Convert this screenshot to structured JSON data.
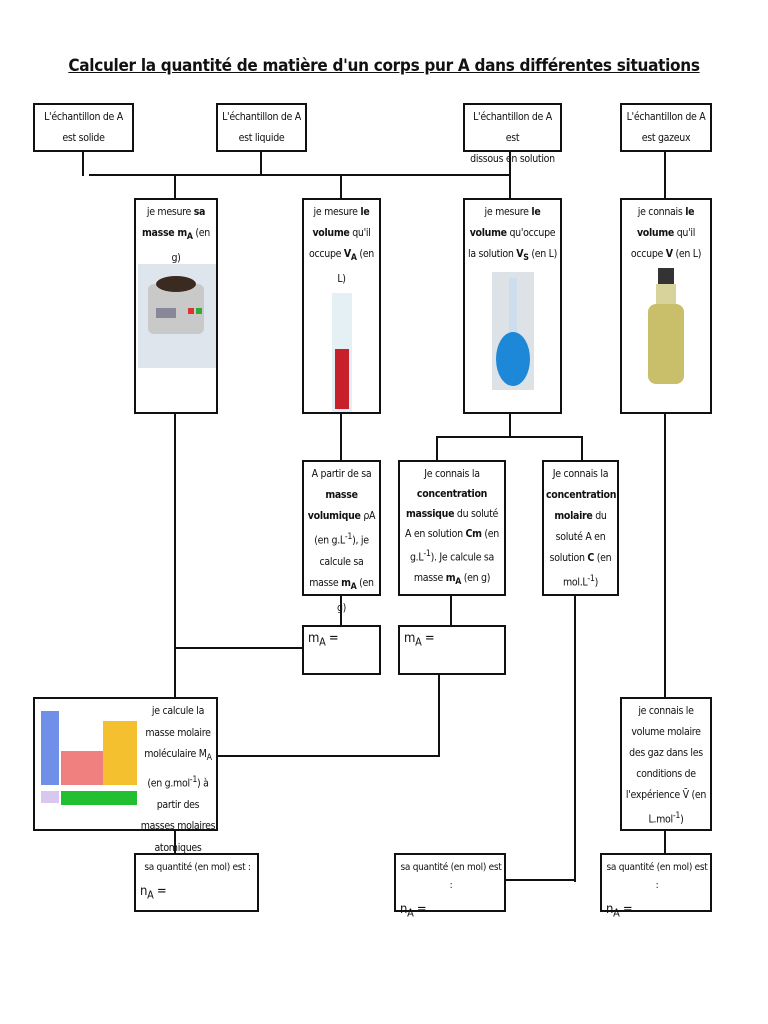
{
  "title": "Calculer la quantité de matière d'un corps pur A dans différentes situations",
  "top": [
    {
      "l1": "L'échantillon de A",
      "l2": "est solide"
    },
    {
      "l1": "L'échantillon de A",
      "l2": "est liquide"
    },
    {
      "l1": "L'échantillon de A est",
      "l2": "dissous en solution"
    },
    {
      "l1": "L'échantillon de A",
      "l2": "est gazeux"
    }
  ],
  "measure": {
    "solid": {
      "a": "je mesure ",
      "b": "sa masse m",
      "sub": "A",
      "c": " (en g)"
    },
    "liquid": {
      "a": "je mesure ",
      "b": "le volume",
      "c": " qu'il occupe ",
      "d": "V",
      "sub": "A",
      "e": " (en L)"
    },
    "solution": {
      "a": "je mesure ",
      "b": "le volume",
      "c": " qu'occupe la solution ",
      "d": "V",
      "sub": "S",
      "e": " (en L)"
    },
    "gas": {
      "a": "je connais ",
      "b": "le volume",
      "c": " qu'il occupe ",
      "d": "V",
      "e": " (en L)"
    }
  },
  "density": {
    "a": "A partir de sa ",
    "b": "masse volumique",
    "c": " ρA (en g.L",
    "sup": "-1",
    "d": "), je calcule sa masse ",
    "e": "m",
    "sub": "A",
    "f": " (en g)"
  },
  "mass_conc": {
    "a": "Je connais la ",
    "b": "concentration massique",
    "c": " du soluté A en solution ",
    "d": "Cm",
    "e": " (en g.L",
    "sup": "-1",
    "f": "). Je calcule sa masse ",
    "g": "m",
    "sub": "A",
    "h": " (en g)"
  },
  "molar_conc": {
    "a": "Je connais la ",
    "b": "concentration molaire",
    "c": " du soluté A en solution ",
    "d": "C",
    "e": " (en mol.L",
    "sup": "-1",
    "f": ")"
  },
  "mass_result": {
    "label": "m",
    "sub": "A",
    "eq": " ="
  },
  "molar_mass": {
    "a": "je calcule la masse molaire moléculaire ",
    "b": "M",
    "sub": "A",
    "c": " (en g.mol",
    "sup": "-1",
    "d": ") à partir des masses molaires atomiques"
  },
  "molar_volume": {
    "a": "je connais le volume molaire des gaz dans les conditions de l'expérience ",
    "b": "V̄",
    "c": " (en L.mol",
    "sup": "-1",
    "d": ")"
  },
  "quantity": {
    "label": "sa quantité (en mol) est :",
    "n": "n",
    "sub": "A",
    "eq": " ="
  }
}
